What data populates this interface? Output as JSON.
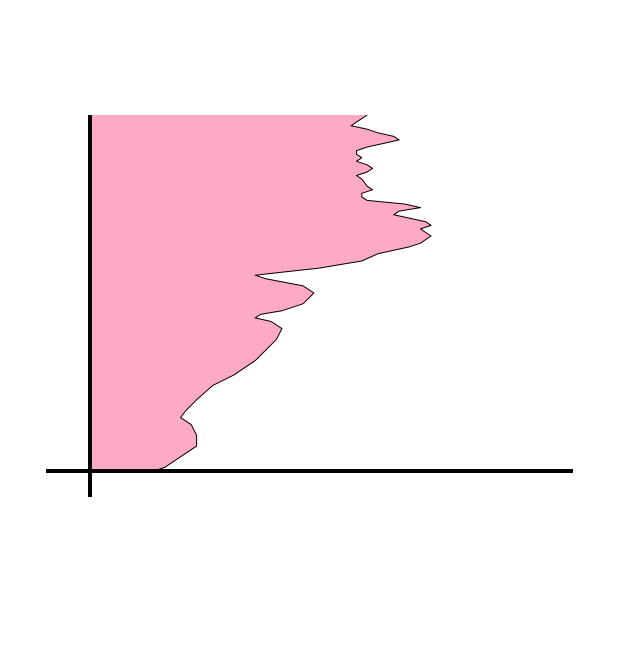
{
  "chart_data": {
    "type": "area",
    "orientation": "horizontal",
    "title": "",
    "xlabel": "",
    "ylabel": "",
    "grid": false,
    "legend": "none",
    "xlim": [
      0,
      100
    ],
    "ylim": [
      0,
      100
    ],
    "colors": {
      "fill": "#ffaac4",
      "outline": "#000000",
      "axes": "#000000"
    },
    "series": [
      {
        "y": [
          0,
          1,
          3,
          5,
          7,
          10,
          13,
          15,
          17,
          20,
          24,
          27,
          31,
          34,
          37,
          40,
          42,
          43,
          44,
          45,
          47,
          50,
          52,
          54,
          55,
          56,
          57,
          58,
          59,
          61,
          62,
          63,
          64,
          65,
          66,
          67,
          68,
          69,
          70,
          71,
          72,
          73,
          74,
          75,
          76,
          77,
          78,
          79,
          80,
          82,
          83,
          84,
          85,
          86,
          87,
          88,
          89,
          90,
          91,
          92,
          93,
          94,
          95,
          96,
          97,
          98,
          99,
          100
        ],
        "x": [
          12,
          14,
          16,
          18,
          20,
          20,
          19,
          17,
          18,
          20,
          23,
          27,
          31,
          33,
          35,
          36,
          34,
          31,
          32,
          36,
          40,
          42,
          40,
          33,
          31,
          37,
          43,
          47,
          51,
          54,
          57,
          60,
          62,
          63,
          64,
          63,
          62,
          64,
          63,
          60,
          57,
          58,
          62,
          59,
          52,
          51,
          51,
          53,
          52,
          51,
          50,
          52,
          53,
          52,
          50,
          51,
          50,
          50,
          52,
          55,
          58,
          57,
          54,
          52,
          49,
          50,
          51,
          52
        ]
      }
    ]
  }
}
